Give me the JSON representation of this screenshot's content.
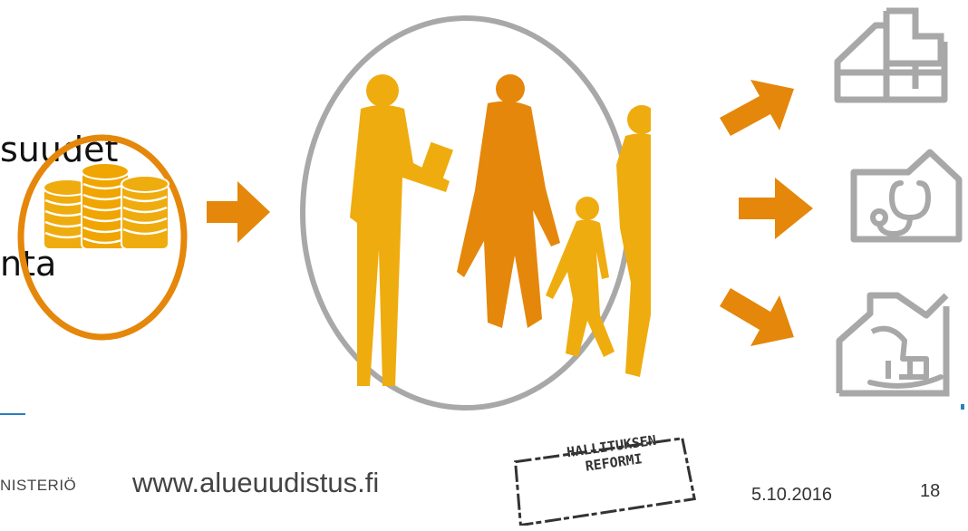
{
  "slide": {
    "text_line_1": "suudet",
    "text_line_2": "nta"
  },
  "footer": {
    "org_fragment": "NISTERIÖ",
    "url": "www.alueuudistus.fi",
    "stamp_line_1": "HALLITUKSEN",
    "stamp_line_2": "REFORMI",
    "date": "5.10.2016",
    "page_number": "18"
  },
  "colors": {
    "orange_dark": "#e5870a",
    "orange_light": "#f0a500",
    "gold": "#efac0f",
    "grey": "#a8a8a8",
    "blue_rule": "#2a7fbf"
  },
  "icons": [
    "coins-icon",
    "arrow-right-icon",
    "people-silhouettes-icon",
    "arrow-up-right-icon",
    "arrow-down-right-icon",
    "hospital-cross-icon",
    "stethoscope-icon",
    "rocking-chair-icon",
    "stamp"
  ]
}
